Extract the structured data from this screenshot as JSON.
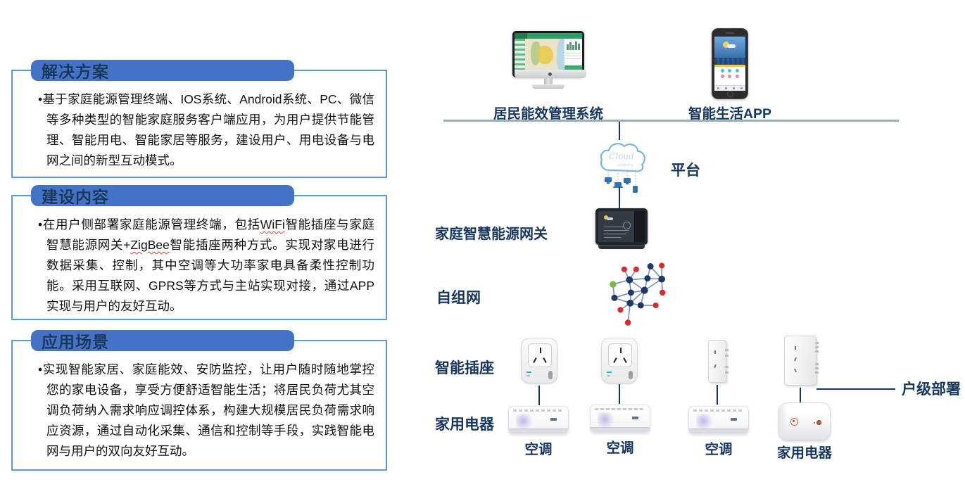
{
  "colors": {
    "accent": "#4472C4",
    "border": "#5B9BD5",
    "navy": "#17375E",
    "teal": "#98B2B4",
    "red": "#D92B2B",
    "green": "#7AB648",
    "edge": "#7B96BD"
  },
  "left_panels": [
    {
      "title": "解决方案",
      "bullet": "•",
      "segments": [
        {
          "text": "基于家庭能源管理终端、IOS系统、Android系统、PC、微信等多种类型的智能家庭服务客户端应用，为用户提供节能管理、智能用电、智能家居等服务，建设用户、用电设备与电网之间的新型互动模式。"
        }
      ]
    },
    {
      "title": "建设内容",
      "bullet": "•",
      "segments": [
        {
          "text": "在用户侧部署家庭能源管理终端，包括"
        },
        {
          "text": "WiFi",
          "wavy": true
        },
        {
          "text": "智能插座与家庭智慧能源网关+"
        },
        {
          "text": "ZigBee",
          "wavy": true
        },
        {
          "text": "智能插座两种方式。实现对家电进行数据采集、控制，其中空调等大功率家电具备柔性控制功能。采用互联网、GPRS等方式与主站实现对接，通过APP实现与用户的友好互动。"
        }
      ]
    },
    {
      "title": "应用场景",
      "bullet": "•",
      "segments": [
        {
          "text": "实现智能家居、家庭能效、安防监控，让用户随时随地掌控您的家电设备，享受方便舒适智能生活；将居民负荷尤其空调负荷纳入需求响应调控体系，构建大规模居民负荷需求响应资源，通过自动化采集、通信和控制等手段，实践智能电网与用户的双向友好互动。"
        }
      ]
    }
  ],
  "diagram": {
    "monitor_label": "居民能效管理系统",
    "app_label": "智能生活APP",
    "platform_label": "平台",
    "cloud_text": "Cloud",
    "cloud_subtext": "computing",
    "gateway_label": "家庭智慧能源网关",
    "adhoc_label": "自组网",
    "socket_row_label": "智能插座",
    "appliance_row_label": "家用电器",
    "deployment_label": "户级部署",
    "appliance_labels": [
      "空调",
      "空调",
      "空调",
      "家用电器"
    ]
  }
}
